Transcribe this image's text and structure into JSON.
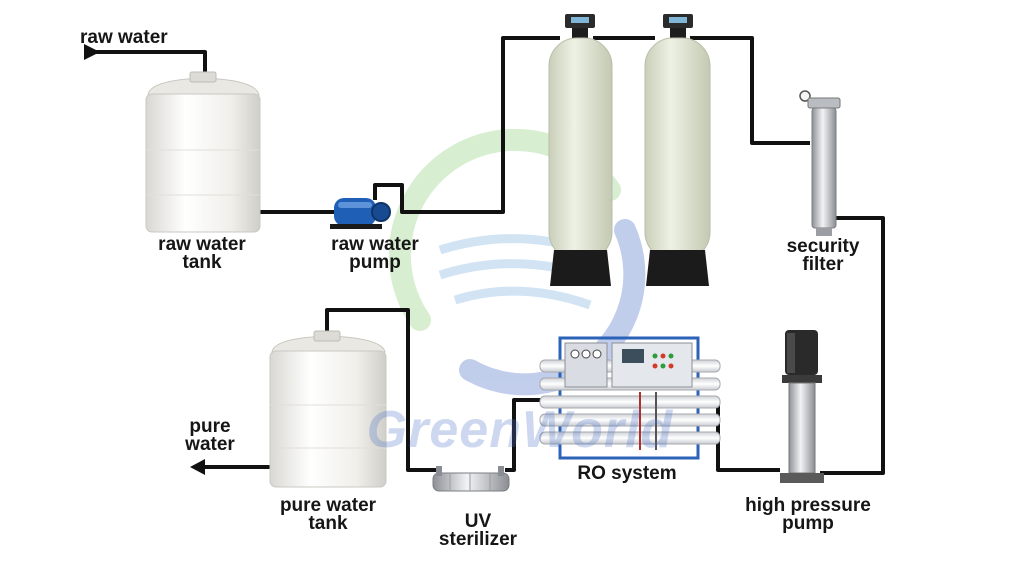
{
  "labels": {
    "raw_water_in": "raw water",
    "raw_water_tank": [
      "raw water",
      "tank"
    ],
    "raw_water_pump": [
      "raw water",
      "pump"
    ],
    "security_filter": [
      "security",
      "filter"
    ],
    "ro_system": "RO system",
    "high_pressure_pump": [
      "high pressure",
      "pump"
    ],
    "pure_water_tank": [
      "pure water",
      "tank"
    ],
    "uv_sterilizer": [
      "UV",
      "sterilizer"
    ],
    "pure_water_out": [
      "pure",
      "water"
    ]
  },
  "watermark": "GreenWorld",
  "colors": {
    "pipe": "#111111",
    "tank": "#f1f0ec",
    "vessel": "#e4e8d8",
    "vessel_base": "#1b1b1b",
    "pump_blue": "#1f5fb5",
    "steel": "#c9ccd1",
    "ro_frame": "#2c62b8",
    "watermark_green": "#8fd07a",
    "watermark_blue": "#4f74c8"
  }
}
